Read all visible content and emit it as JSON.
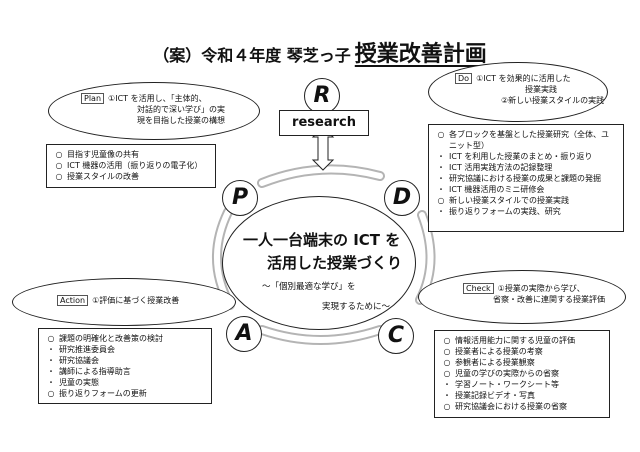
{
  "title": {
    "prefix": "（案）令和４年度 琴芝っ子",
    "main": "授業改善計画"
  },
  "research": {
    "letter": "R",
    "label": "research"
  },
  "plan": {
    "letter": "P",
    "tag": "Plan",
    "text_lines": [
      "①ICT を活用し、「主体的、",
      "対話的で深い学び」の実",
      "現を目指した授業の構想"
    ],
    "items": [
      {
        "marker": "○",
        "text": "目指す児童像の共有"
      },
      {
        "marker": "○",
        "text": "ICT 機器の活用（振り返りの電子化）"
      },
      {
        "marker": "○",
        "text": "授業スタイルの改善"
      }
    ]
  },
  "do": {
    "letter": "D",
    "tag": "Do",
    "text_lines": [
      "①ICT を効果的に活用した",
      "授業実践",
      "②新しい授業スタイルの実践"
    ],
    "items": [
      {
        "marker": "○",
        "text": "各ブロックを基盤とした授業研究（全体、ユ"
      },
      {
        "marker": "",
        "text": "ニット型）"
      },
      {
        "marker": "・",
        "text": "ICT を利用した授業のまとめ・振り返り"
      },
      {
        "marker": "・",
        "text": "ICT 活用実践方法の記録整理"
      },
      {
        "marker": "・",
        "text": "研究協議における授業の成果と課題の発掘"
      },
      {
        "marker": "・",
        "text": "ICT 機器活用のミニ研修会"
      },
      {
        "marker": "○",
        "text": "新しい授業スタイルでの授業実践"
      },
      {
        "marker": "・",
        "text": "振り返りフォームの実践、研究"
      }
    ]
  },
  "center": {
    "line1": "一人一台端末の ICT を",
    "line2": "活用した授業づくり",
    "sub1": "～「個別最適な学び」を",
    "sub2": "実現するために～"
  },
  "action": {
    "letter": "A",
    "tag": "Action",
    "text": "①評価に基づく授業改善",
    "items": [
      {
        "marker": "○",
        "text": "課題の明確化と改善策の検討"
      },
      {
        "marker": "・",
        "text": "研究推進委員会"
      },
      {
        "marker": "・",
        "text": "研究協議会"
      },
      {
        "marker": "・",
        "text": "講師による指導助言"
      },
      {
        "marker": "・",
        "text": "児童の実態"
      },
      {
        "marker": "○",
        "text": "振り返りフォームの更新"
      }
    ]
  },
  "check": {
    "letter": "C",
    "tag": "Check",
    "text_lines": [
      "①授業の実際から学び、",
      "省察・改善に連関する授業評価"
    ],
    "items": [
      {
        "marker": "○",
        "text": "情報活用能力に関する児童の評価"
      },
      {
        "marker": "○",
        "text": "授業者による授業の考察"
      },
      {
        "marker": "○",
        "text": "参観者による授業観察"
      },
      {
        "marker": "○",
        "text": "児童の学びの実際からの省察"
      },
      {
        "marker": "・",
        "text": "学習ノート・ワークシート等"
      },
      {
        "marker": "・",
        "text": "授業記録ビデオ・写真"
      },
      {
        "marker": "○",
        "text": "研究協議会における授業の省察"
      }
    ]
  }
}
